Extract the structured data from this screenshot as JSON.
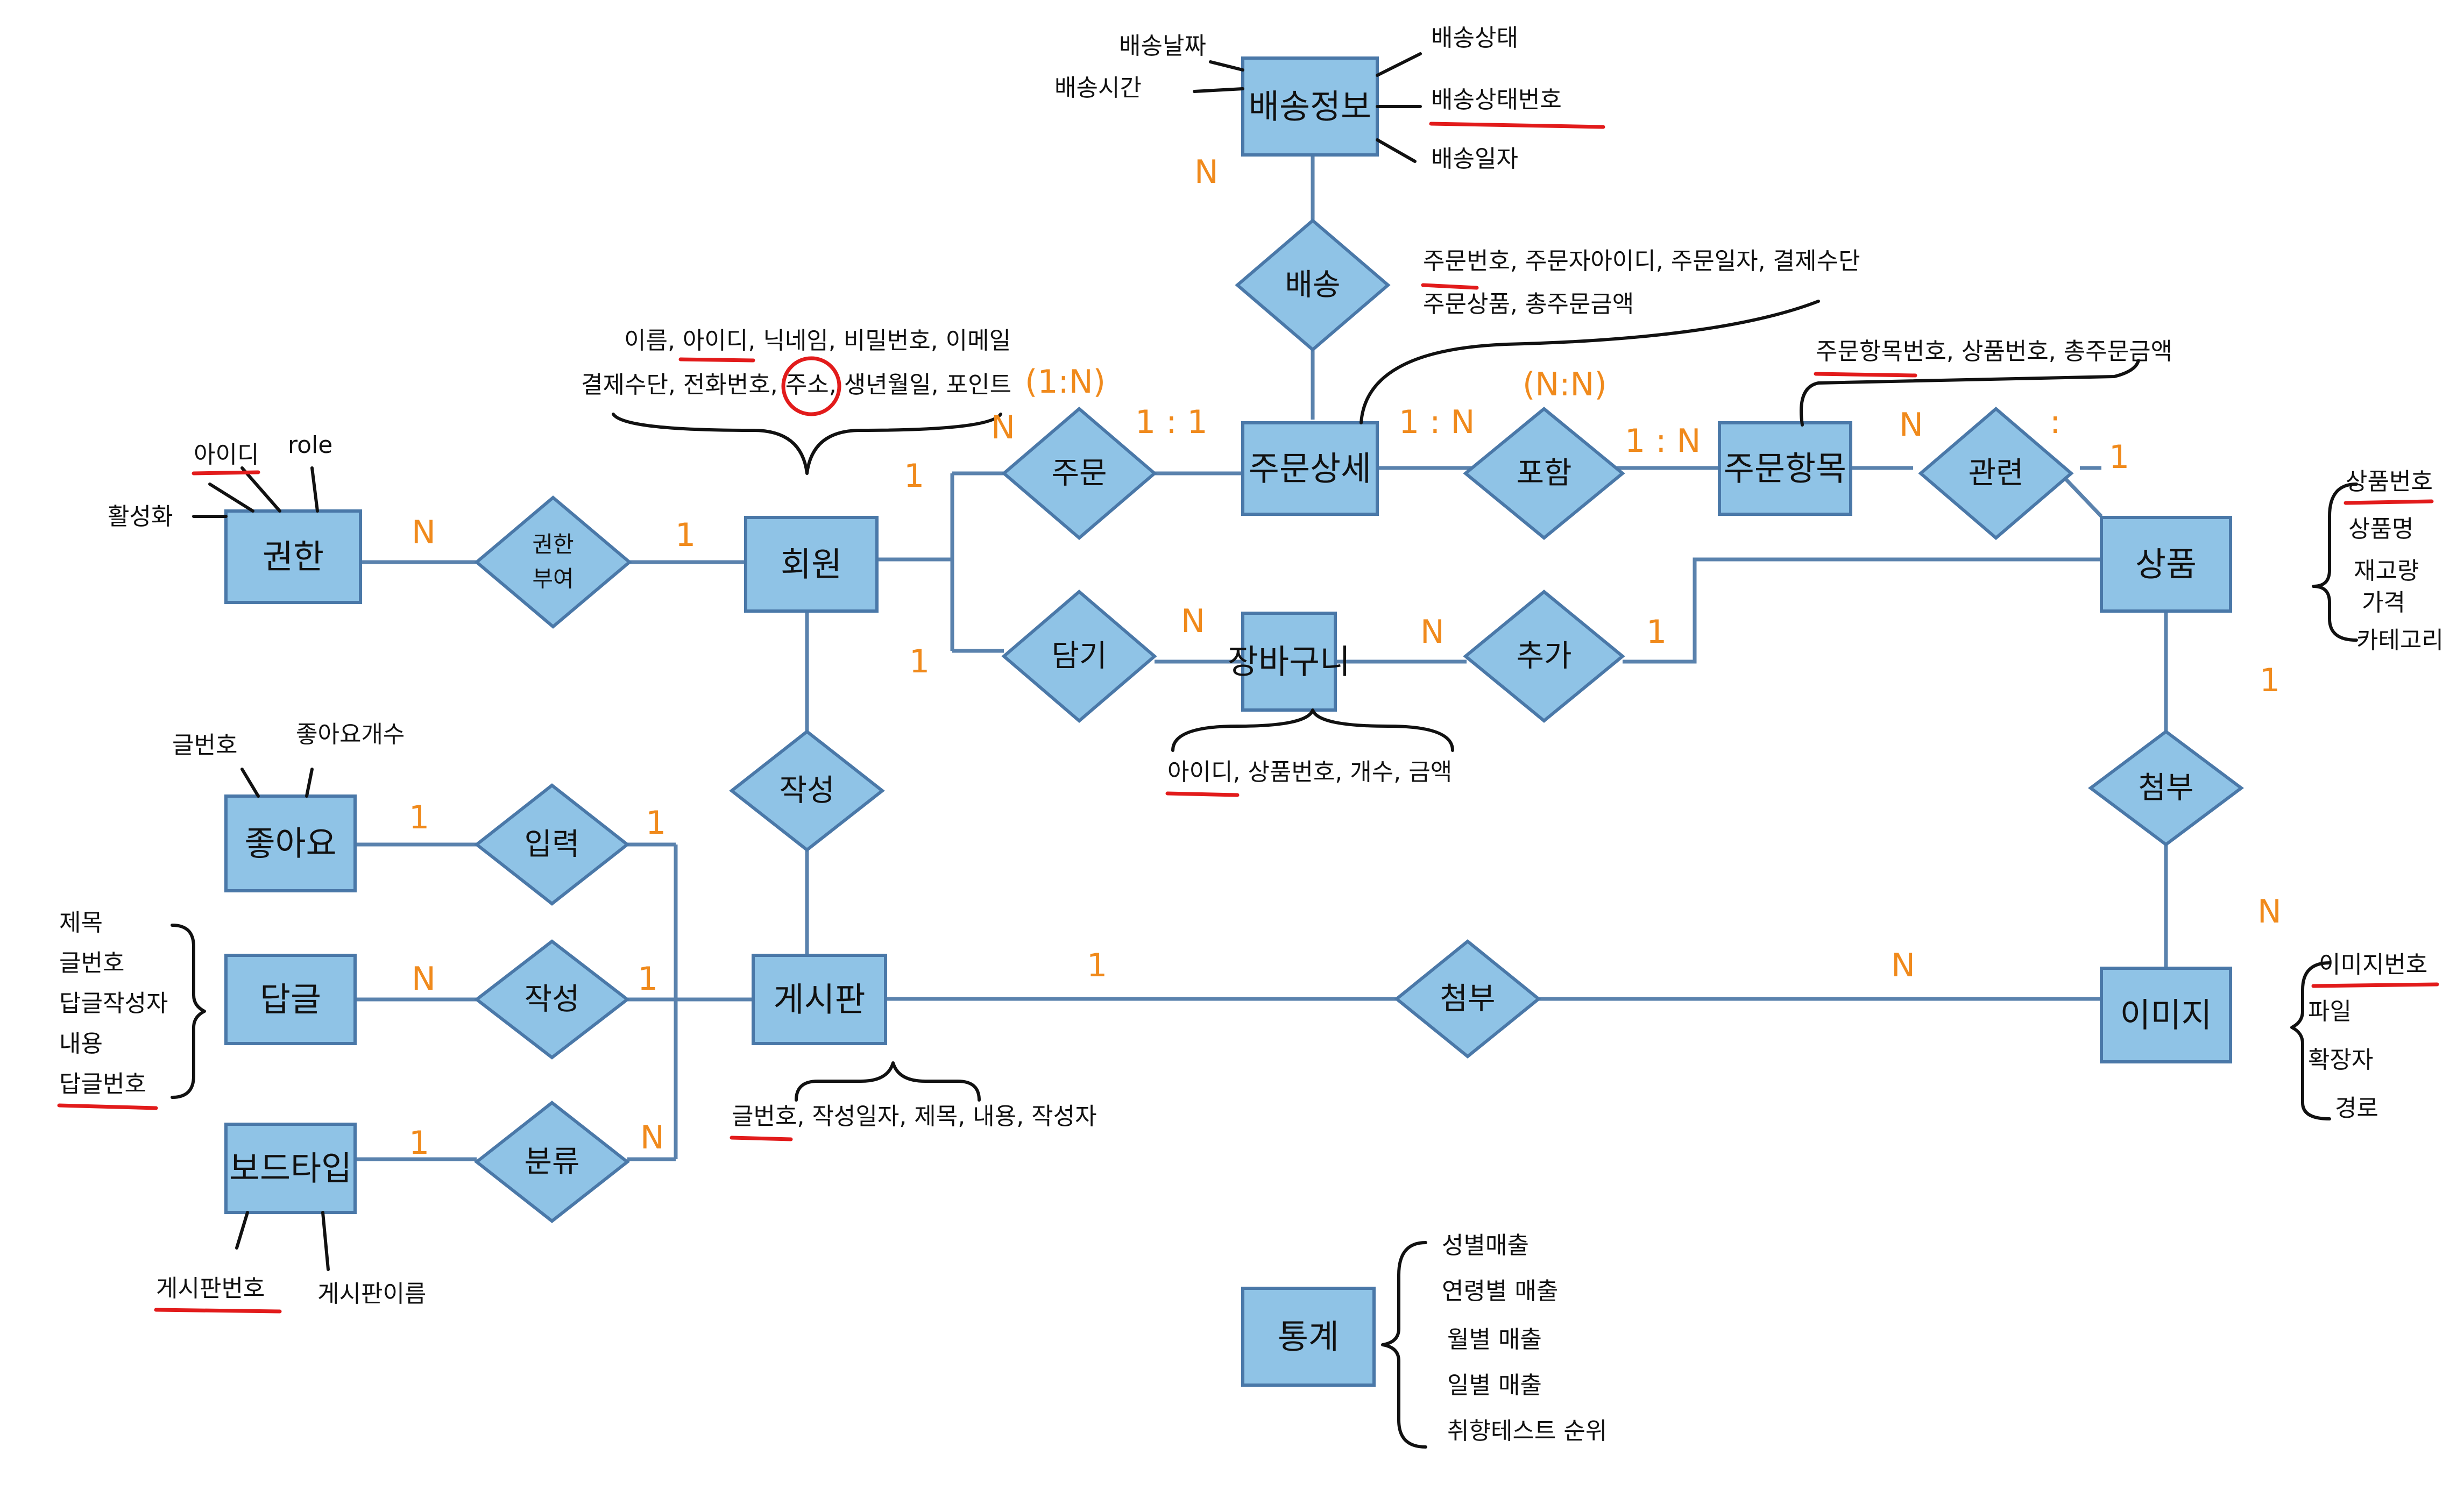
{
  "entities": {
    "delivery_info": "배송정보",
    "order_detail": "주문상세",
    "order_item": "주문항목",
    "member": "회원",
    "auth": "권한",
    "product": "상품",
    "cart": "장바구니",
    "like": "좋아요",
    "reply": "답글",
    "board_type": "보드타입",
    "board": "게시판",
    "image": "이미지",
    "stats": "통계"
  },
  "relations": {
    "ship": "배송",
    "order": "주문",
    "include": "포함",
    "relate": "관련",
    "grant_line1": "권한",
    "grant_line2": "부여",
    "save": "담기",
    "add": "추가",
    "write_post": "작성",
    "attach_product": "첨부",
    "input": "입력",
    "write_reply": "작성",
    "classify": "분류",
    "attach_board": "첨부"
  },
  "attributes": {
    "delivery": {
      "date": "배송날짜",
      "time": "배송시간",
      "status": "배송상태",
      "status_no": "배송상태번호",
      "day": "배송일자"
    },
    "order_detail": {
      "line1": "주문번호, 주문자아이디, 주문일자, 결제수단",
      "line2": "주문상품, 총주문금액"
    },
    "order_item": {
      "line1": "주문항목번호, 상품번호, 총주문금액"
    },
    "member": {
      "line1": "이름, 아이디, 닉네임, 비밀번호, 이메일",
      "line2": "결제수단, 전화번호, 주소, 생년월일, 포인트"
    },
    "auth": {
      "id": "아이디",
      "role": "role",
      "active": "활성화"
    },
    "product": [
      "상품번호",
      "상품명",
      "재고량",
      "가격",
      "카테고리"
    ],
    "cart": {
      "line1": "아이디, 상품번호, 개수, 금액"
    },
    "like": {
      "post_no": "글번호",
      "count": "좋아요개수"
    },
    "reply": [
      "제목",
      "글번호",
      "답글작성자",
      "내용",
      "답글번호"
    ],
    "board_type": {
      "no": "게시판번호",
      "name": "게시판이름"
    },
    "board": {
      "line1": "글번호, 작성일자, 제목, 내용, 작성자"
    },
    "image": [
      "이미지번호",
      "파일",
      "확장자",
      "경로"
    ],
    "stats": [
      "성별매출",
      "연령별 매출",
      "월별 매출",
      "일별 매출",
      "취향테스트 순위"
    ]
  },
  "cardinalities": {
    "delivery_N": "N",
    "order_1N": "(1:N)",
    "order_member_1": "1",
    "order_N": "N",
    "order_detail_11": "1 : 1",
    "include_1N_left": "1 : N",
    "include_NN": "(N:N)",
    "include_1N_right": "1 : N",
    "relate_N": "N",
    "relate_colon": ":",
    "relate_1": "1",
    "grant_N": "N",
    "grant_1": "1",
    "save_1": "1",
    "save_N": "N",
    "add_N": "N",
    "add_1": "1",
    "product_1": "1",
    "image_N": "N",
    "like_1": "1",
    "input_1": "1",
    "reply_N": "N",
    "write_reply_1": "1",
    "board_type_1": "1",
    "classify_N": "N",
    "board_attach_1": "1",
    "board_attach_N": "N"
  }
}
